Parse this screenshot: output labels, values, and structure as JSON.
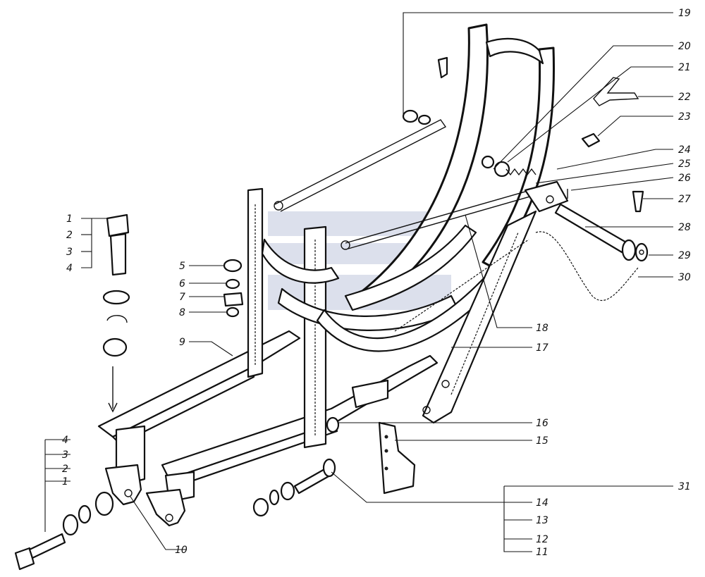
{
  "diagram": {
    "callouts": [
      {
        "id": "1",
        "text": "1"
      },
      {
        "id": "2",
        "text": "2"
      },
      {
        "id": "3",
        "text": "3"
      },
      {
        "id": "4",
        "text": "4"
      },
      {
        "id": "5",
        "text": "5"
      },
      {
        "id": "6",
        "text": "6"
      },
      {
        "id": "7",
        "text": "7"
      },
      {
        "id": "8",
        "text": "8"
      },
      {
        "id": "9",
        "text": "9"
      },
      {
        "id": "10",
        "text": "10"
      },
      {
        "id": "11",
        "text": "11"
      },
      {
        "id": "12",
        "text": "12"
      },
      {
        "id": "13",
        "text": "13"
      },
      {
        "id": "14",
        "text": "14"
      },
      {
        "id": "15",
        "text": "15"
      },
      {
        "id": "16",
        "text": "16"
      },
      {
        "id": "17",
        "text": "17"
      },
      {
        "id": "18",
        "text": "18"
      },
      {
        "id": "19",
        "text": "19"
      },
      {
        "id": "20",
        "text": "20"
      },
      {
        "id": "21",
        "text": "21"
      },
      {
        "id": "22",
        "text": "22"
      },
      {
        "id": "23",
        "text": "23"
      },
      {
        "id": "24",
        "text": "24"
      },
      {
        "id": "25",
        "text": "25"
      },
      {
        "id": "26",
        "text": "26"
      },
      {
        "id": "27",
        "text": "27"
      },
      {
        "id": "28",
        "text": "28"
      },
      {
        "id": "29",
        "text": "29"
      },
      {
        "id": "30",
        "text": "30"
      },
      {
        "id": "31",
        "text": "31"
      },
      {
        "id": "1b",
        "text": "1"
      },
      {
        "id": "2b",
        "text": "2"
      },
      {
        "id": "3b",
        "text": "3"
      },
      {
        "id": "4b",
        "text": "4"
      }
    ]
  }
}
